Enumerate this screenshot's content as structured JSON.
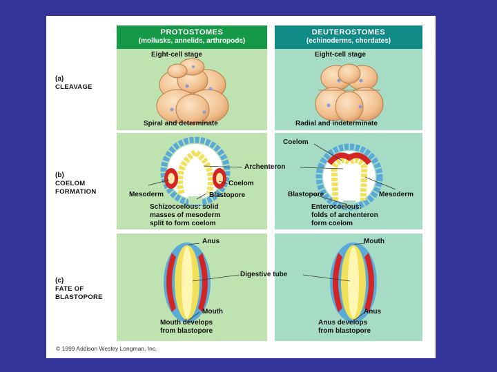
{
  "headers": {
    "protostomes_title": "PROTOSTOMES",
    "protostomes_sub": "(mollusks, annelids, arthropods)",
    "deuterostomes_title": "DEUTEROSTOMES",
    "deuterostomes_sub": "(echinoderms, chordates)"
  },
  "sections": {
    "a_letter": "(a)",
    "a_name": "CLEAVAGE",
    "b_letter": "(b)",
    "b_name1": "COELOM",
    "b_name2": "FORMATION",
    "c_letter": "(c)",
    "c_name1": "FATE OF",
    "c_name2": "BLASTOPORE"
  },
  "cleavage": {
    "proto_stage": "Eight-cell stage",
    "deut_stage": "Eight-cell stage",
    "proto_caption": "Spiral and determinate",
    "deut_caption": "Radial and indeterminate"
  },
  "coelom": {
    "coelom_top": "Coelom",
    "archenteron": "Archenteron",
    "coelom_right": "Coelom",
    "mesoderm_left": "Mesoderm",
    "blastopore_left": "Blastopore",
    "blastopore_right": "Blastopore",
    "mesoderm_right": "Mesoderm",
    "proto_caption1": "Schizocoelous: solid",
    "proto_caption2": "masses of mesoderm",
    "proto_caption3": "split to form coelom",
    "deut_caption1": "Enterocoelous:",
    "deut_caption2": "folds of archenteron",
    "deut_caption3": "form coelom"
  },
  "blastopore": {
    "proto_top": "Anus",
    "proto_bottom": "Mouth",
    "deut_top": "Mouth",
    "deut_bottom": "Anus",
    "digestive_tube": "Digestive tube",
    "proto_caption1": "Mouth develops",
    "proto_caption2": "from blastopore",
    "deut_caption1": "Anus develops",
    "deut_caption2": "from blastopore"
  },
  "copyright": "© 1999 Addison Wesley Longman, Inc."
}
